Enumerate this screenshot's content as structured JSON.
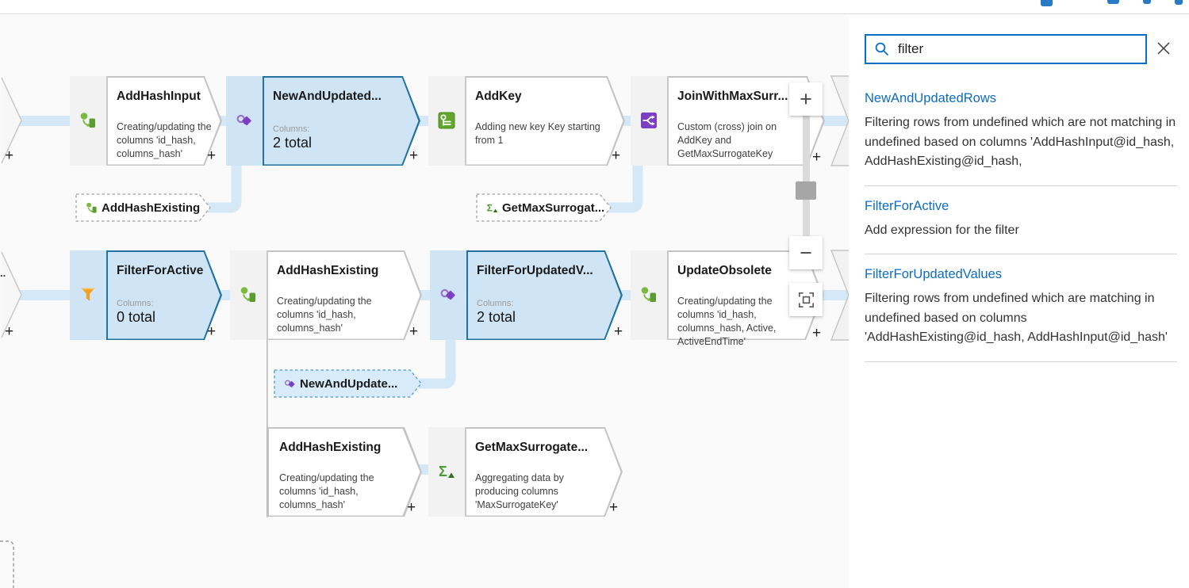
{
  "topbar": {
    "accent": "#0f6cbd"
  },
  "canvas": {
    "plus_label": "+",
    "offscreen_ellipsis": "..",
    "nodes": [
      {
        "id": "addhashinput",
        "title": "AddHashInput",
        "desc": "Creating/updating the columns 'id_hash, columns_hash'",
        "icon": "derived-column",
        "selected": false
      },
      {
        "id": "newandupdatedrows",
        "title": "NewAndUpdated...",
        "columns_label": "Columns:",
        "columns_value": "2 total",
        "icon": "exists",
        "selected": true
      },
      {
        "id": "addkey",
        "title": "AddKey",
        "desc": "Adding new key Key starting from 1",
        "icon": "surrogate-key",
        "selected": false
      },
      {
        "id": "joinwithmaxsurrogate",
        "title": "JoinWithMaxSurr...",
        "desc": "Custom (cross) join on AddKey and GetMaxSurrogateKey",
        "icon": "join",
        "selected": false
      },
      {
        "id": "filterforactive",
        "title": "FilterForActive",
        "columns_label": "Columns:",
        "columns_value": "0 total",
        "icon": "filter",
        "selected": true
      },
      {
        "id": "addhashexisting-mid",
        "title": "AddHashExisting",
        "desc": "Creating/updating the columns 'id_hash, columns_hash'",
        "icon": "derived-column",
        "selected": false
      },
      {
        "id": "filterforupdated",
        "title": "FilterForUpdatedV...",
        "columns_label": "Columns:",
        "columns_value": "2 total",
        "icon": "exists",
        "selected": true
      },
      {
        "id": "updateobsolete",
        "title": "UpdateObsolete",
        "desc": "Creating/updating the columns 'id_hash, columns_hash, Active, ActiveEndTime'",
        "icon": "derived-column",
        "selected": false
      },
      {
        "id": "addhashexisting-bot",
        "title": "AddHashExisting",
        "desc": "Creating/updating the columns 'id_hash, columns_hash'",
        "icon": null,
        "selected": false
      },
      {
        "id": "getmaxsurrogatekey",
        "title": "GetMaxSurrogate...",
        "desc": "Aggregating data by producing columns 'MaxSurrogateKey'",
        "icon": "aggregate",
        "selected": false
      }
    ],
    "pills": [
      {
        "id": "ref-addhashexisting",
        "label": "AddHashExisting",
        "icon": "derived-column",
        "selected": false
      },
      {
        "id": "ref-getmaxsurrogate",
        "label": "GetMaxSurrogat...",
        "icon": "aggregate",
        "selected": false
      },
      {
        "id": "ref-newandupdated",
        "label": "NewAndUpdate...",
        "icon": "exists",
        "selected": true
      }
    ],
    "zoom_controls": {
      "zoom_in": "+",
      "zoom_out": "−"
    }
  },
  "search_panel": {
    "query": "filter",
    "results": [
      {
        "title": "NewAndUpdatedRows",
        "desc": "Filtering rows from undefined which are not matching in undefined based on columns 'AddHashInput@id_hash, AddHashExisting@id_hash,"
      },
      {
        "title": "FilterForActive",
        "desc": "Add expression for the filter"
      },
      {
        "title": "FilterForUpdatedValues",
        "desc": "Filtering rows from undefined which are matching in undefined based on columns 'AddHashExisting@id_hash, AddHashInput@id_hash'"
      }
    ]
  },
  "colors": {
    "accent": "#0f6cbd",
    "selected_fill": "#cfe5f6",
    "selected_border": "#2273a0",
    "connector": "#d4e8f7",
    "node_border": "#c4c4c4"
  }
}
